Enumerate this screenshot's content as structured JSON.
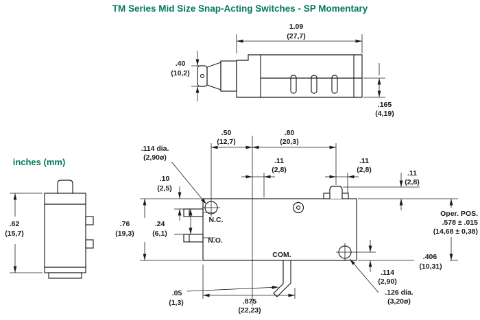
{
  "title": "TM Series Mid Size Snap-Acting Switches - SP Momentary",
  "units_note": "inches (mm)",
  "colors": {
    "accent": "#00795c",
    "ink": "#1b1b1b",
    "bg": "#ffffff"
  },
  "top_view": {
    "length_in": "1.09",
    "length_mm": "(27,7)",
    "plunger_in": ".40",
    "plunger_mm": "(10,2)",
    "base_in": ".165",
    "base_mm": "(4,19)"
  },
  "end_view": {
    "height_in": ".62",
    "height_mm": "(15,7)"
  },
  "front_view": {
    "hole_left_in": ".50",
    "hole_left_mm": "(12,7)",
    "plunger_off_in": ".80",
    "plunger_off_mm": "(20,3)",
    "mount_dia_in": ".114 dia.",
    "mount_dia_mm": "(2,90ø)",
    "off1_in": ".11",
    "off1_mm": "(2,8)",
    "off2_in": ".11",
    "off2_mm": "(2,8)",
    "off3_in": ".11",
    "off3_mm": "(2,8)",
    "term_top_in": ".10",
    "term_top_mm": "(2,5)",
    "body_h_in": ".76",
    "body_h_mm": "(19,3)",
    "term_pitch_in": ".24",
    "term_pitch_mm": "(6,1)",
    "oper_pos_label": "Oper. POS.",
    "oper_pos_in": ".578 ± .015",
    "oper_pos_mm": "(14,68 ± 0,38)",
    "right_off_in": ".406",
    "right_off_mm": "(10,31)",
    "hole_bot_in": ".114",
    "hole_bot_mm": "(2,90)",
    "hole_dia_in": ".126 dia.",
    "hole_dia_mm": "(3,20ø)",
    "term_thk_in": ".05",
    "term_thk_mm": "(1,3)",
    "com_off_in": ".875",
    "com_off_mm": "(22,23)",
    "terminals": {
      "nc": "N.C.",
      "no": "N.O.",
      "com": "COM."
    }
  }
}
